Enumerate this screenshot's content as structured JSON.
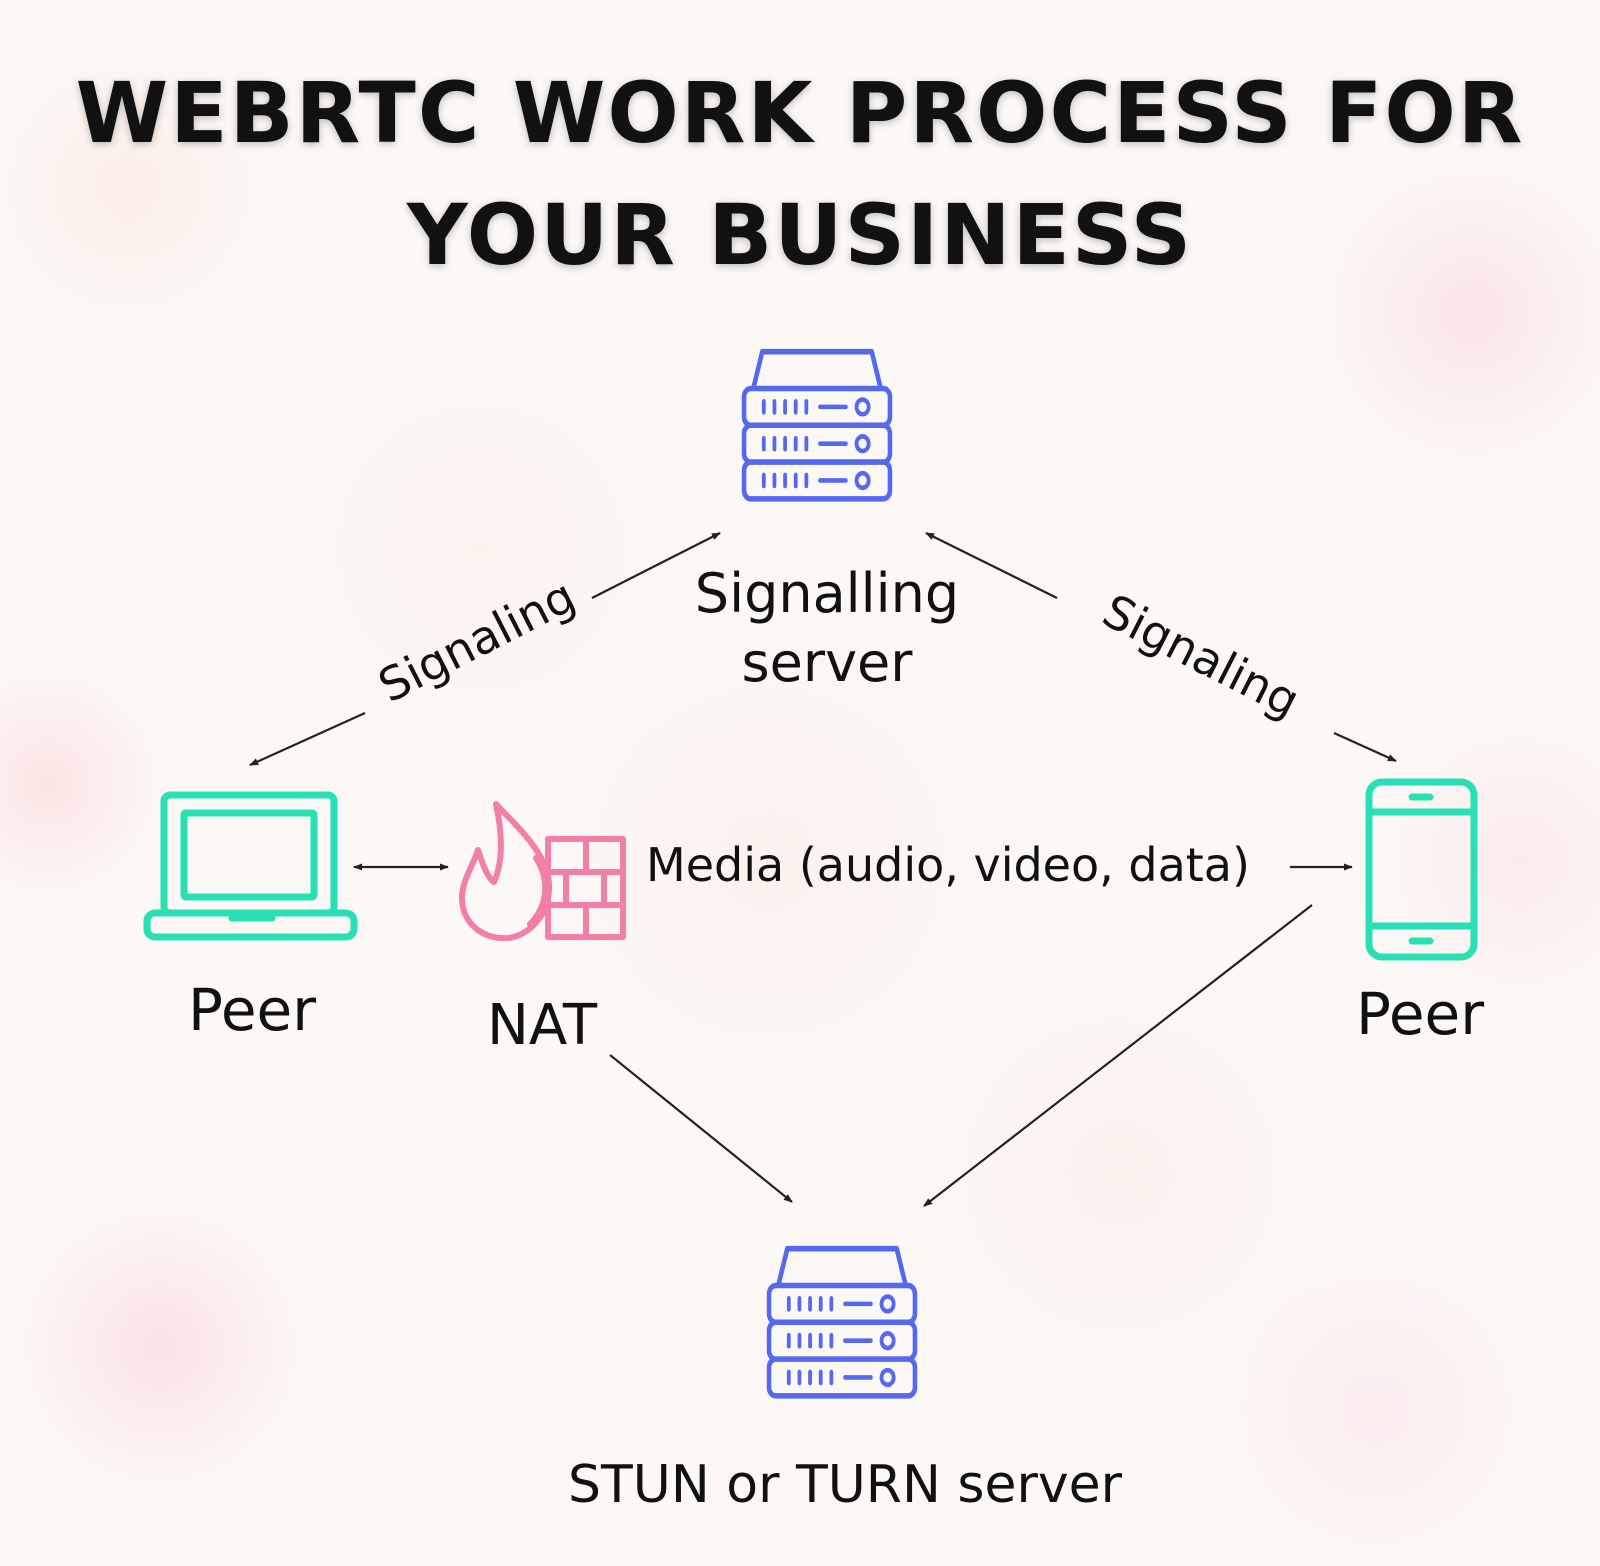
{
  "title": {
    "line1": "WEBRTC WORK PROCESS FOR",
    "line2": "YOUR BUSINESS"
  },
  "nodes": {
    "signalling_server": {
      "label_line1": "Signalling",
      "label_line2": "server",
      "icon": "server-icon",
      "color": "#5468f0"
    },
    "peer_left": {
      "label": "Peer",
      "icon": "laptop-icon",
      "color": "#28e0b4"
    },
    "nat": {
      "label": "NAT",
      "icon": "firewall-icon",
      "color": "#f27fa6"
    },
    "peer_right": {
      "label": "Peer",
      "icon": "smartphone-icon",
      "color": "#28e0b4"
    },
    "stun_turn_server": {
      "label": "STUN or TURN server",
      "icon": "server-icon",
      "color": "#5468f0"
    }
  },
  "edges": {
    "signaling_left": "Signaling",
    "signaling_right": "Signaling",
    "media": "Media (audio, video, data)"
  }
}
